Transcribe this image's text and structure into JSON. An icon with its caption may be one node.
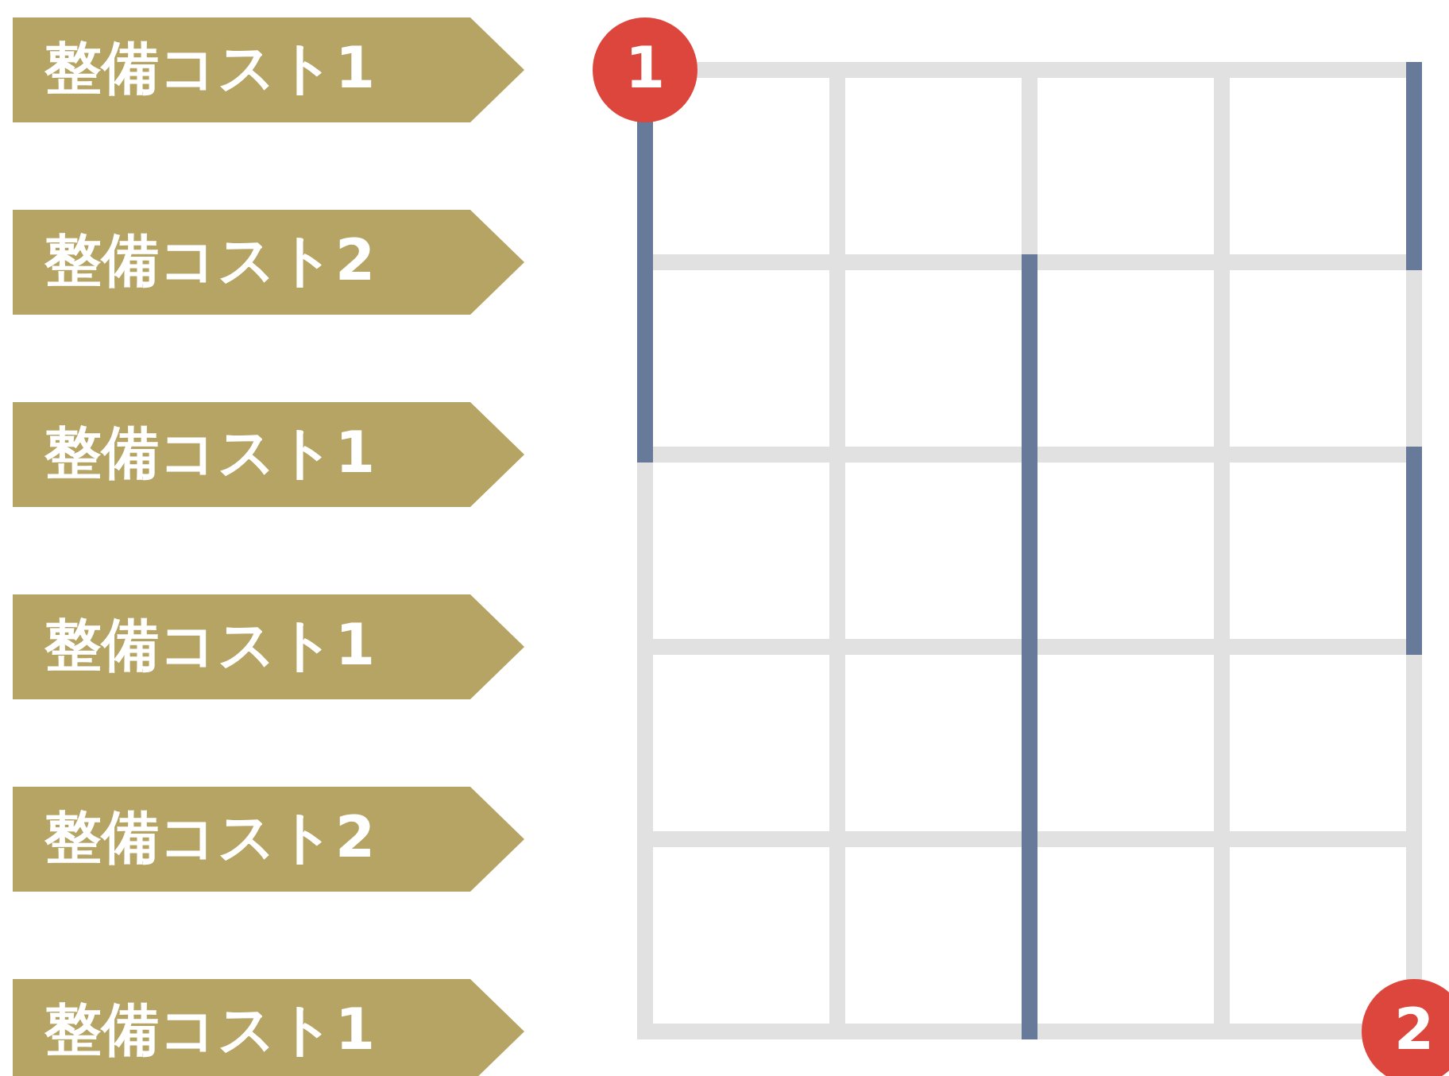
{
  "diagram": {
    "nodes": [
      {
        "text": [
          "整備コスト1"
        ]
      },
      {
        "text": [
          "1"
        ]
      },
      {
        "text": [
          "整備コスト2"
        ]
      },
      {
        "text": [
          "整備コスト1"
        ]
      },
      {
        "text": [
          "整備コスト1"
        ]
      },
      {
        "text": [
          "整備コスト2"
        ]
      },
      {
        "text": [
          "整備コスト1"
        ]
      },
      {
        "text": [
          "2"
        ]
      }
    ]
  }
}
